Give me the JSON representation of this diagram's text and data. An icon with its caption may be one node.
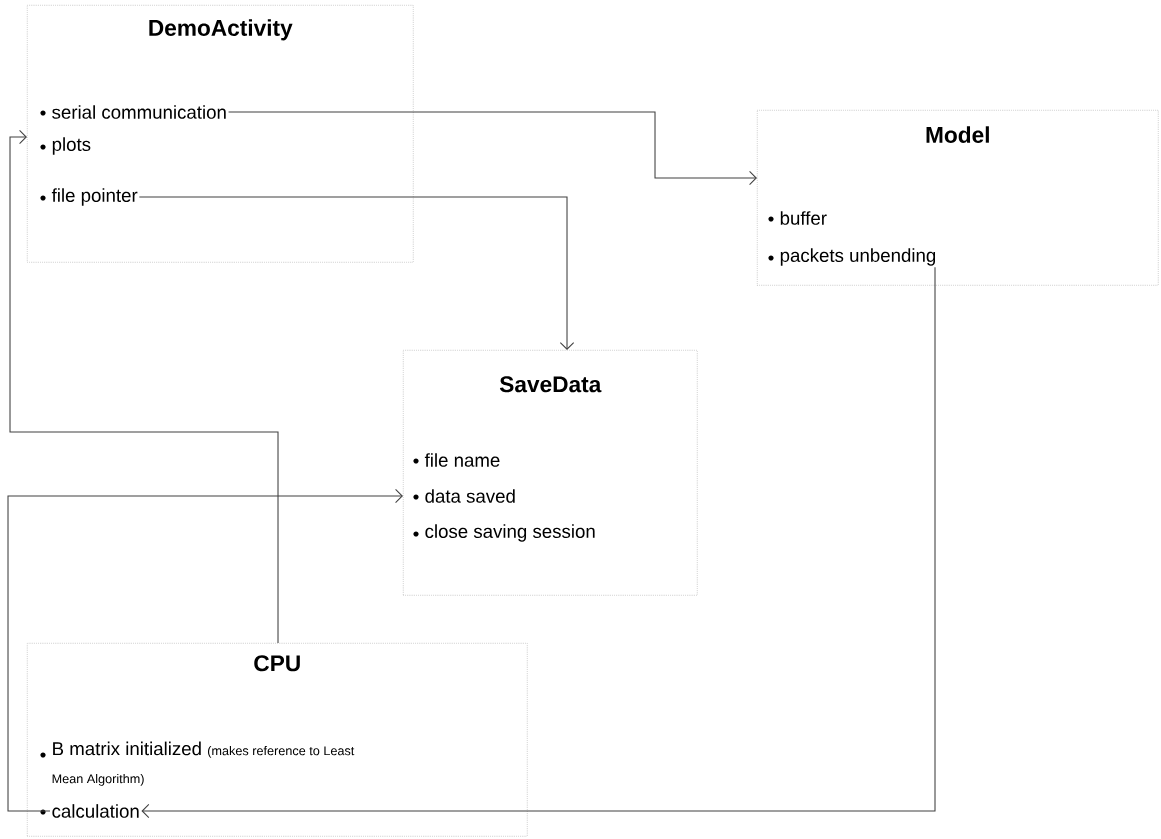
{
  "diagram": {
    "nodes": [
      {
        "text": [
          "DemoActivity"
        ]
      },
      {
        "text": [
          "serial communication"
        ],
        "in": 0
      },
      {
        "text": [
          "plots"
        ],
        "in": 0
      },
      {
        "text": [
          "file pointer"
        ],
        "in": 0
      },
      {
        "text": [
          "Model"
        ]
      },
      {
        "text": [
          "buffer"
        ],
        "in": 4
      },
      {
        "text": [
          "packets unbending"
        ],
        "in": 4
      },
      {
        "text": [
          "SaveData"
        ]
      },
      {
        "text": [
          "file name"
        ],
        "in": 7
      },
      {
        "text": [
          "data saved"
        ],
        "in": 7
      },
      {
        "text": [
          "close saving session"
        ],
        "in": 7
      },
      {
        "text": [
          "CPU"
        ]
      },
      {
        "text": [
          "B matrix initialized",
          "(makes reference to Least Mean Algorithm)"
        ],
        "in": 11
      },
      {
        "text": [
          "calculation"
        ],
        "in": 11
      }
    ],
    "edges": [
      {
        "from": 1,
        "to": 4,
        "arrow": "to"
      },
      {
        "from": 3,
        "to": 7,
        "arrow": "to"
      },
      {
        "from": 11,
        "to": 0,
        "arrow": "to"
      },
      {
        "from": 13,
        "to": 7,
        "arrow": "to"
      },
      {
        "from": 6,
        "to": 13,
        "arrow": "to"
      }
    ]
  }
}
